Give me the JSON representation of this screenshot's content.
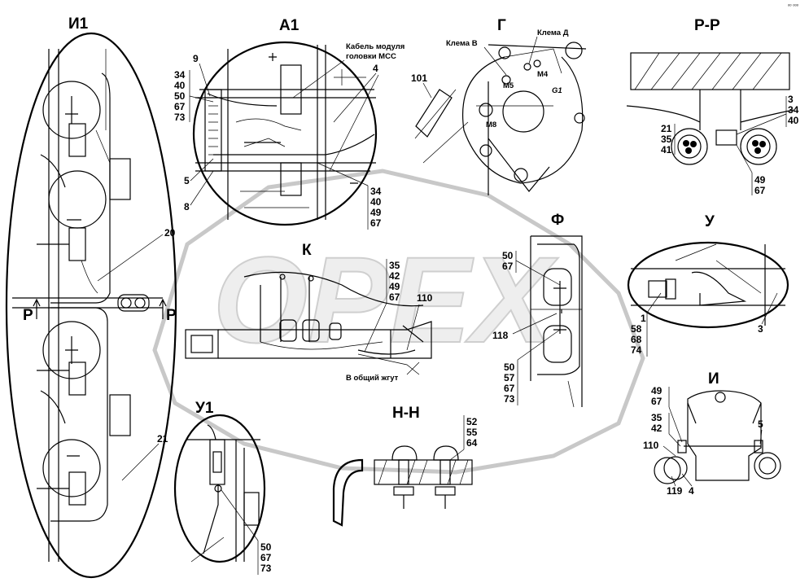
{
  "views": {
    "i1": "И1",
    "a1": "А1",
    "g": "Г",
    "rr": "Р-Р",
    "k": "К",
    "f": "Ф",
    "u": "У",
    "u1": "У1",
    "nn": "Н-Н",
    "i": "И"
  },
  "section_mark": "Р",
  "annotations": {
    "cable_line1": "Кабель модуля",
    "cable_line2": "головки МСС",
    "clamp_v": "Клема В",
    "clamp_d": "Клема Д",
    "common_harness": "В общий жгут",
    "g1": "G1",
    "m5": "M5",
    "m4": "M4",
    "m8": "M8"
  },
  "watermark": "ОРЕХ",
  "corner_mark": "ᵒᵒ ᵒᵒᵒ",
  "callouts": {
    "i1": [
      "20",
      "21"
    ],
    "a1_left": [
      "9",
      "34",
      "40",
      "50",
      "67",
      "73"
    ],
    "a1_five": "5",
    "a1_eight": "8",
    "a1_four": "4",
    "a1_right": [
      "34",
      "40",
      "49",
      "67"
    ],
    "g": [
      "101"
    ],
    "rr_left": [
      "21",
      "35",
      "41"
    ],
    "rr_right": [
      "3",
      "34",
      "40"
    ],
    "rr_bottom": [
      "49",
      "67"
    ],
    "k": [
      "35",
      "42",
      "49",
      "67"
    ],
    "k_110": "110",
    "f_top": [
      "50",
      "67"
    ],
    "f_118": "118",
    "f_bottom": [
      "50",
      "57",
      "67",
      "73"
    ],
    "u_left": [
      "1",
      "58",
      "68",
      "74"
    ],
    "u_3": "3",
    "u1": [
      "50",
      "67",
      "73"
    ],
    "nn": [
      "52",
      "55",
      "64"
    ],
    "i_top": [
      "49",
      "67"
    ],
    "i_mid": [
      "35",
      "42"
    ],
    "i_110": "110",
    "i_5": "5",
    "i_119": "119",
    "i_4": "4"
  }
}
